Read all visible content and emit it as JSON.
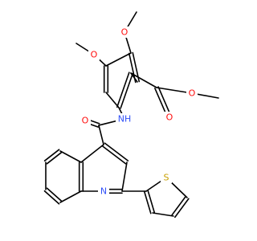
{
  "colors": {
    "bond": "#000000",
    "O": "#ff0d0d",
    "N": "#3050f8",
    "S": "#c8a000"
  },
  "atoms": {
    "o_ome_top": "O",
    "o_ome_left": "O",
    "o_ester_carbonyl": "O",
    "o_ester_ether": "O",
    "o_amide": "O",
    "n_amide_h": "NH",
    "n_quinoline": "N",
    "s_thiophene": "S"
  }
}
